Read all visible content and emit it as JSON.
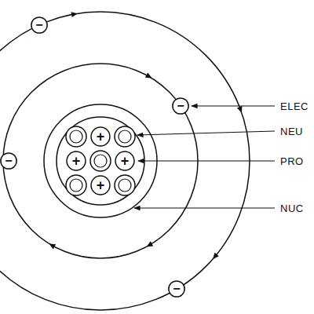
{
  "diagram": {
    "nodes": [
      {
        "text": [
          "−"
        ]
      },
      {
        "text": [
          "−"
        ]
      },
      {
        "text": [
          "+"
        ]
      },
      {
        "text": [
          "−"
        ]
      },
      {
        "text": [
          "+"
        ]
      },
      {
        "text": [
          "+"
        ]
      },
      {
        "text": [
          "+"
        ]
      },
      {
        "text": [
          "−"
        ]
      }
    ],
    "labels": [
      "ELEC",
      "NEU",
      "PRO",
      "NUC"
    ]
  }
}
